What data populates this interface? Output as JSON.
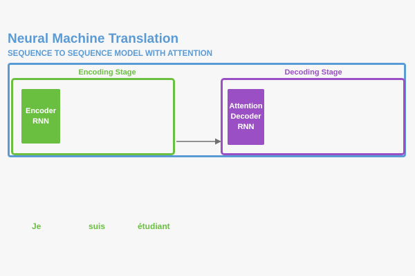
{
  "header": {
    "title": "Neural Machine Translation",
    "subtitle": "SEQUENCE TO SEQUENCE MODEL WITH ATTENTION"
  },
  "encoding": {
    "label": "Encoding Stage",
    "rnn_line1": "Encoder",
    "rnn_line2": "RNN"
  },
  "decoding": {
    "label": "Decoding Stage",
    "rnn_line1": "Attention",
    "rnn_line2": "Decoder",
    "rnn_line3": "RNN"
  },
  "input_words": [
    "Je",
    "suis",
    "étudiant"
  ],
  "colors": {
    "outer": "#5b9bd5",
    "encoder": "#6abf40",
    "decoder": "#9b4fc4",
    "arrow": "#707070"
  }
}
